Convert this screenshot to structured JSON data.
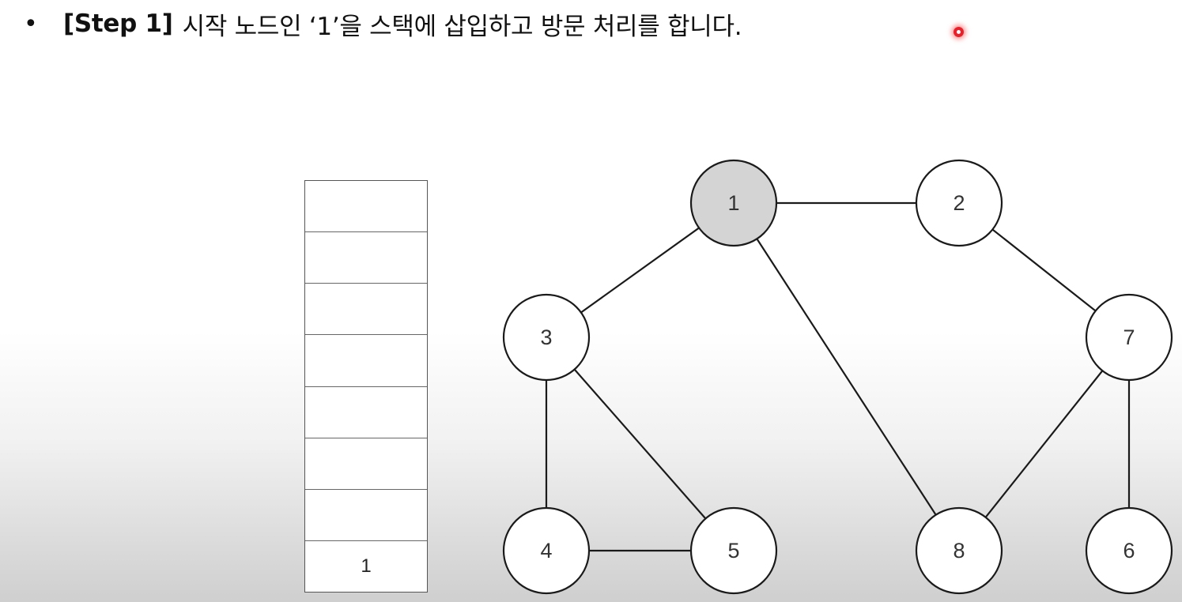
{
  "slide": {
    "bullet": "•",
    "step_tag": "[Step 1]",
    "text": "시작 노드인 ‘1’을 스택에 삽입하고 방문 처리를 합니다."
  },
  "stack": {
    "cells": [
      "",
      "",
      "",
      "",
      "",
      "",
      "",
      "1"
    ]
  },
  "graph": {
    "nodes": [
      {
        "id": "1",
        "visited": true
      },
      {
        "id": "2",
        "visited": false
      },
      {
        "id": "3",
        "visited": false
      },
      {
        "id": "4",
        "visited": false
      },
      {
        "id": "5",
        "visited": false
      },
      {
        "id": "6",
        "visited": false
      },
      {
        "id": "7",
        "visited": false
      },
      {
        "id": "8",
        "visited": false
      }
    ],
    "edges": [
      [
        "1",
        "2"
      ],
      [
        "1",
        "3"
      ],
      [
        "1",
        "8"
      ],
      [
        "2",
        "7"
      ],
      [
        "3",
        "4"
      ],
      [
        "3",
        "5"
      ],
      [
        "4",
        "5"
      ],
      [
        "7",
        "8"
      ],
      [
        "7",
        "6"
      ]
    ],
    "colors": {
      "visited_fill": "#d4d4d4",
      "unvisited_fill": "#ffffff",
      "stroke": "#1a1a1a"
    }
  }
}
